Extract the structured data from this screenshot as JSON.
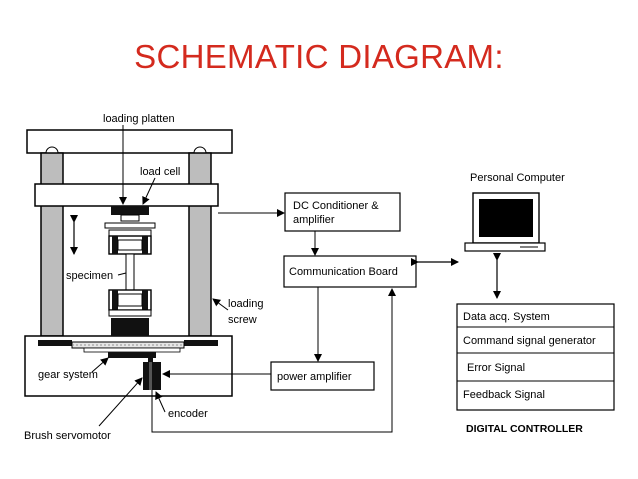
{
  "title": "SCHEMATIC DIAGRAM:",
  "colors": {
    "title": "#d42a1e",
    "stroke": "#000000",
    "column_fill": "#bdbdbd",
    "dark": "#111111"
  },
  "labels": {
    "loading_platten": "loading platten",
    "load_cell": "load cell",
    "specimen": "specimen",
    "loading": "loading",
    "screw": "screw",
    "gear_system": "gear system",
    "encoder": "encoder",
    "brush_servomotor": "Brush servomotor",
    "personal_computer": "Personal Computer",
    "digital_controller": "DIGITAL CONTROLLER"
  },
  "boxes": {
    "dc_conditioner_line1": "DC Conditioner &",
    "dc_conditioner_line2": "amplifier",
    "communication_board": "Communication Board",
    "power_amplifier": "power amplifier"
  },
  "controller_rows": [
    "Data acq. System",
    "Command signal generator",
    "Error Signal",
    "Feedback Signal"
  ],
  "icons": [
    "personal-computer-icon",
    "double-arrow-icon"
  ]
}
